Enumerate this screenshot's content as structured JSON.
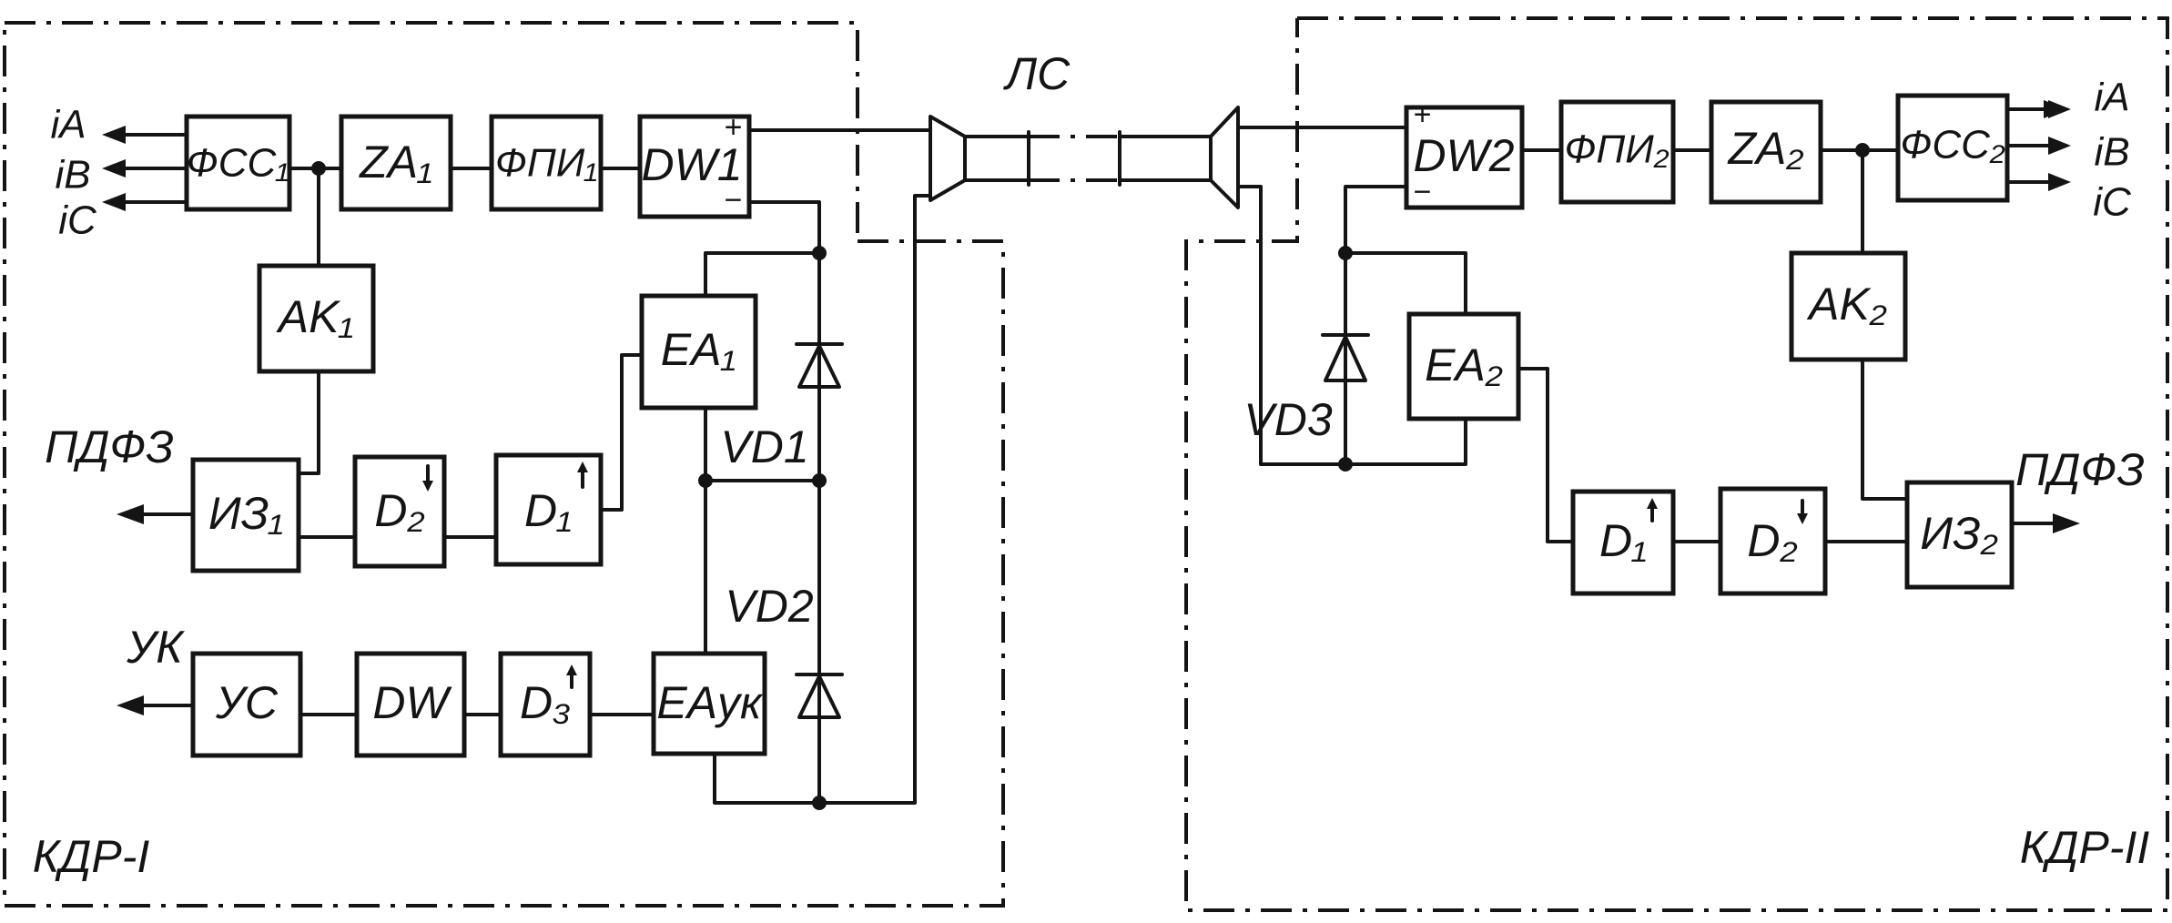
{
  "blocks": {
    "fss1": "ФСС₁",
    "za1": "ZA₁",
    "fpi1": "ФПИ₁",
    "dw1": "DW1",
    "ak1": "AK₁",
    "ea1": "EA₁",
    "iz1": "ИЗ₁",
    "d2_left": "D₂",
    "d1_left": "D₁",
    "us": "УС",
    "dw": "DW",
    "d3": "D₃",
    "ea_uk": "EAук",
    "dw2": "DW2",
    "fpi2": "ФПИ₂",
    "za2": "ZA₂",
    "fss2": "ФСС₂",
    "ak2": "AK₂",
    "ea2": "EA₂",
    "d1_right": "D₁",
    "d2_right": "D₂",
    "iz2": "ИЗ₂"
  },
  "labels": {
    "line": "ЛС",
    "kdr_left": "КДР-I",
    "kdr_right": "КДР-II",
    "pdfz_left": "ПДФЗ",
    "pdfz_right": "ПДФЗ",
    "uk": "УК",
    "vd1": "VD1",
    "vd2": "VD2",
    "vd3": "VD3",
    "plus": "+",
    "minus": "−"
  },
  "outputs_left": [
    "iA",
    "iB",
    "iC"
  ],
  "outputs_right": [
    "iA",
    "iB",
    "iC"
  ]
}
